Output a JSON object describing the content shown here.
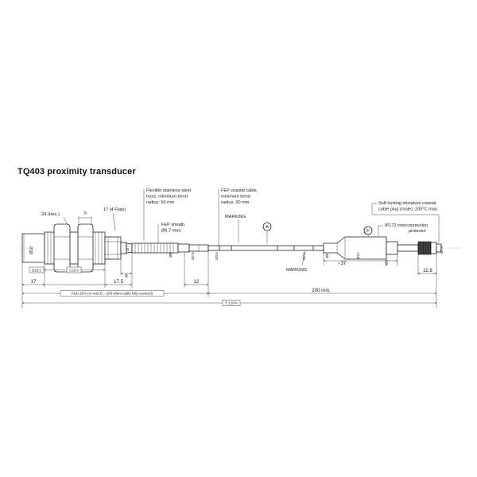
{
  "title": "TQ403 proximity transducer",
  "labels": {
    "flexible_hose": [
      "Flexible stainless steel",
      "hose, minimum bend",
      "radius: 50 mm"
    ],
    "fep_coax": [
      "FEP coaxial cable,",
      "minimum bend",
      "radius: 20 mm"
    ],
    "connector": [
      "Self-locking miniature coaxial",
      "cable plug (male): 200°C max."
    ],
    "ip172": [
      "IP172 interconnection",
      "protector"
    ],
    "fep_sheath": [
      "FEP sheath",
      "Ø6.7 max."
    ],
    "marking_top": "MARKING",
    "marking_bottom": "MARKING",
    "circle_a": "A",
    "circle_f": "F",
    "hex": "24 (Hex.)",
    "nut_width": "5",
    "flats": "17 (4 Flats)"
  },
  "dimensions": {
    "d18": "Ø18",
    "d_probe": "Ø 7",
    "d_hose": "Ø8",
    "d75a": "Ø7.5",
    "d36": "Ø3.6",
    "d75b": "Ø7.5",
    "d5": "Ø5",
    "d12": "Ø12",
    "d72": "Ø7.2",
    "tol_d": "D±0.5",
    "tol_c": "C±0.5",
    "len_17": "17",
    "len_175": "17.5",
    "len_8": "8",
    "len_12": "12",
    "len_37": "~37",
    "len_9": "9",
    "len_118": "11.8",
    "len_fd": "F&D ±5% (or max E – 200 when cable fully covered)",
    "len_200": "200 min.",
    "len_e": "E ±10%"
  }
}
